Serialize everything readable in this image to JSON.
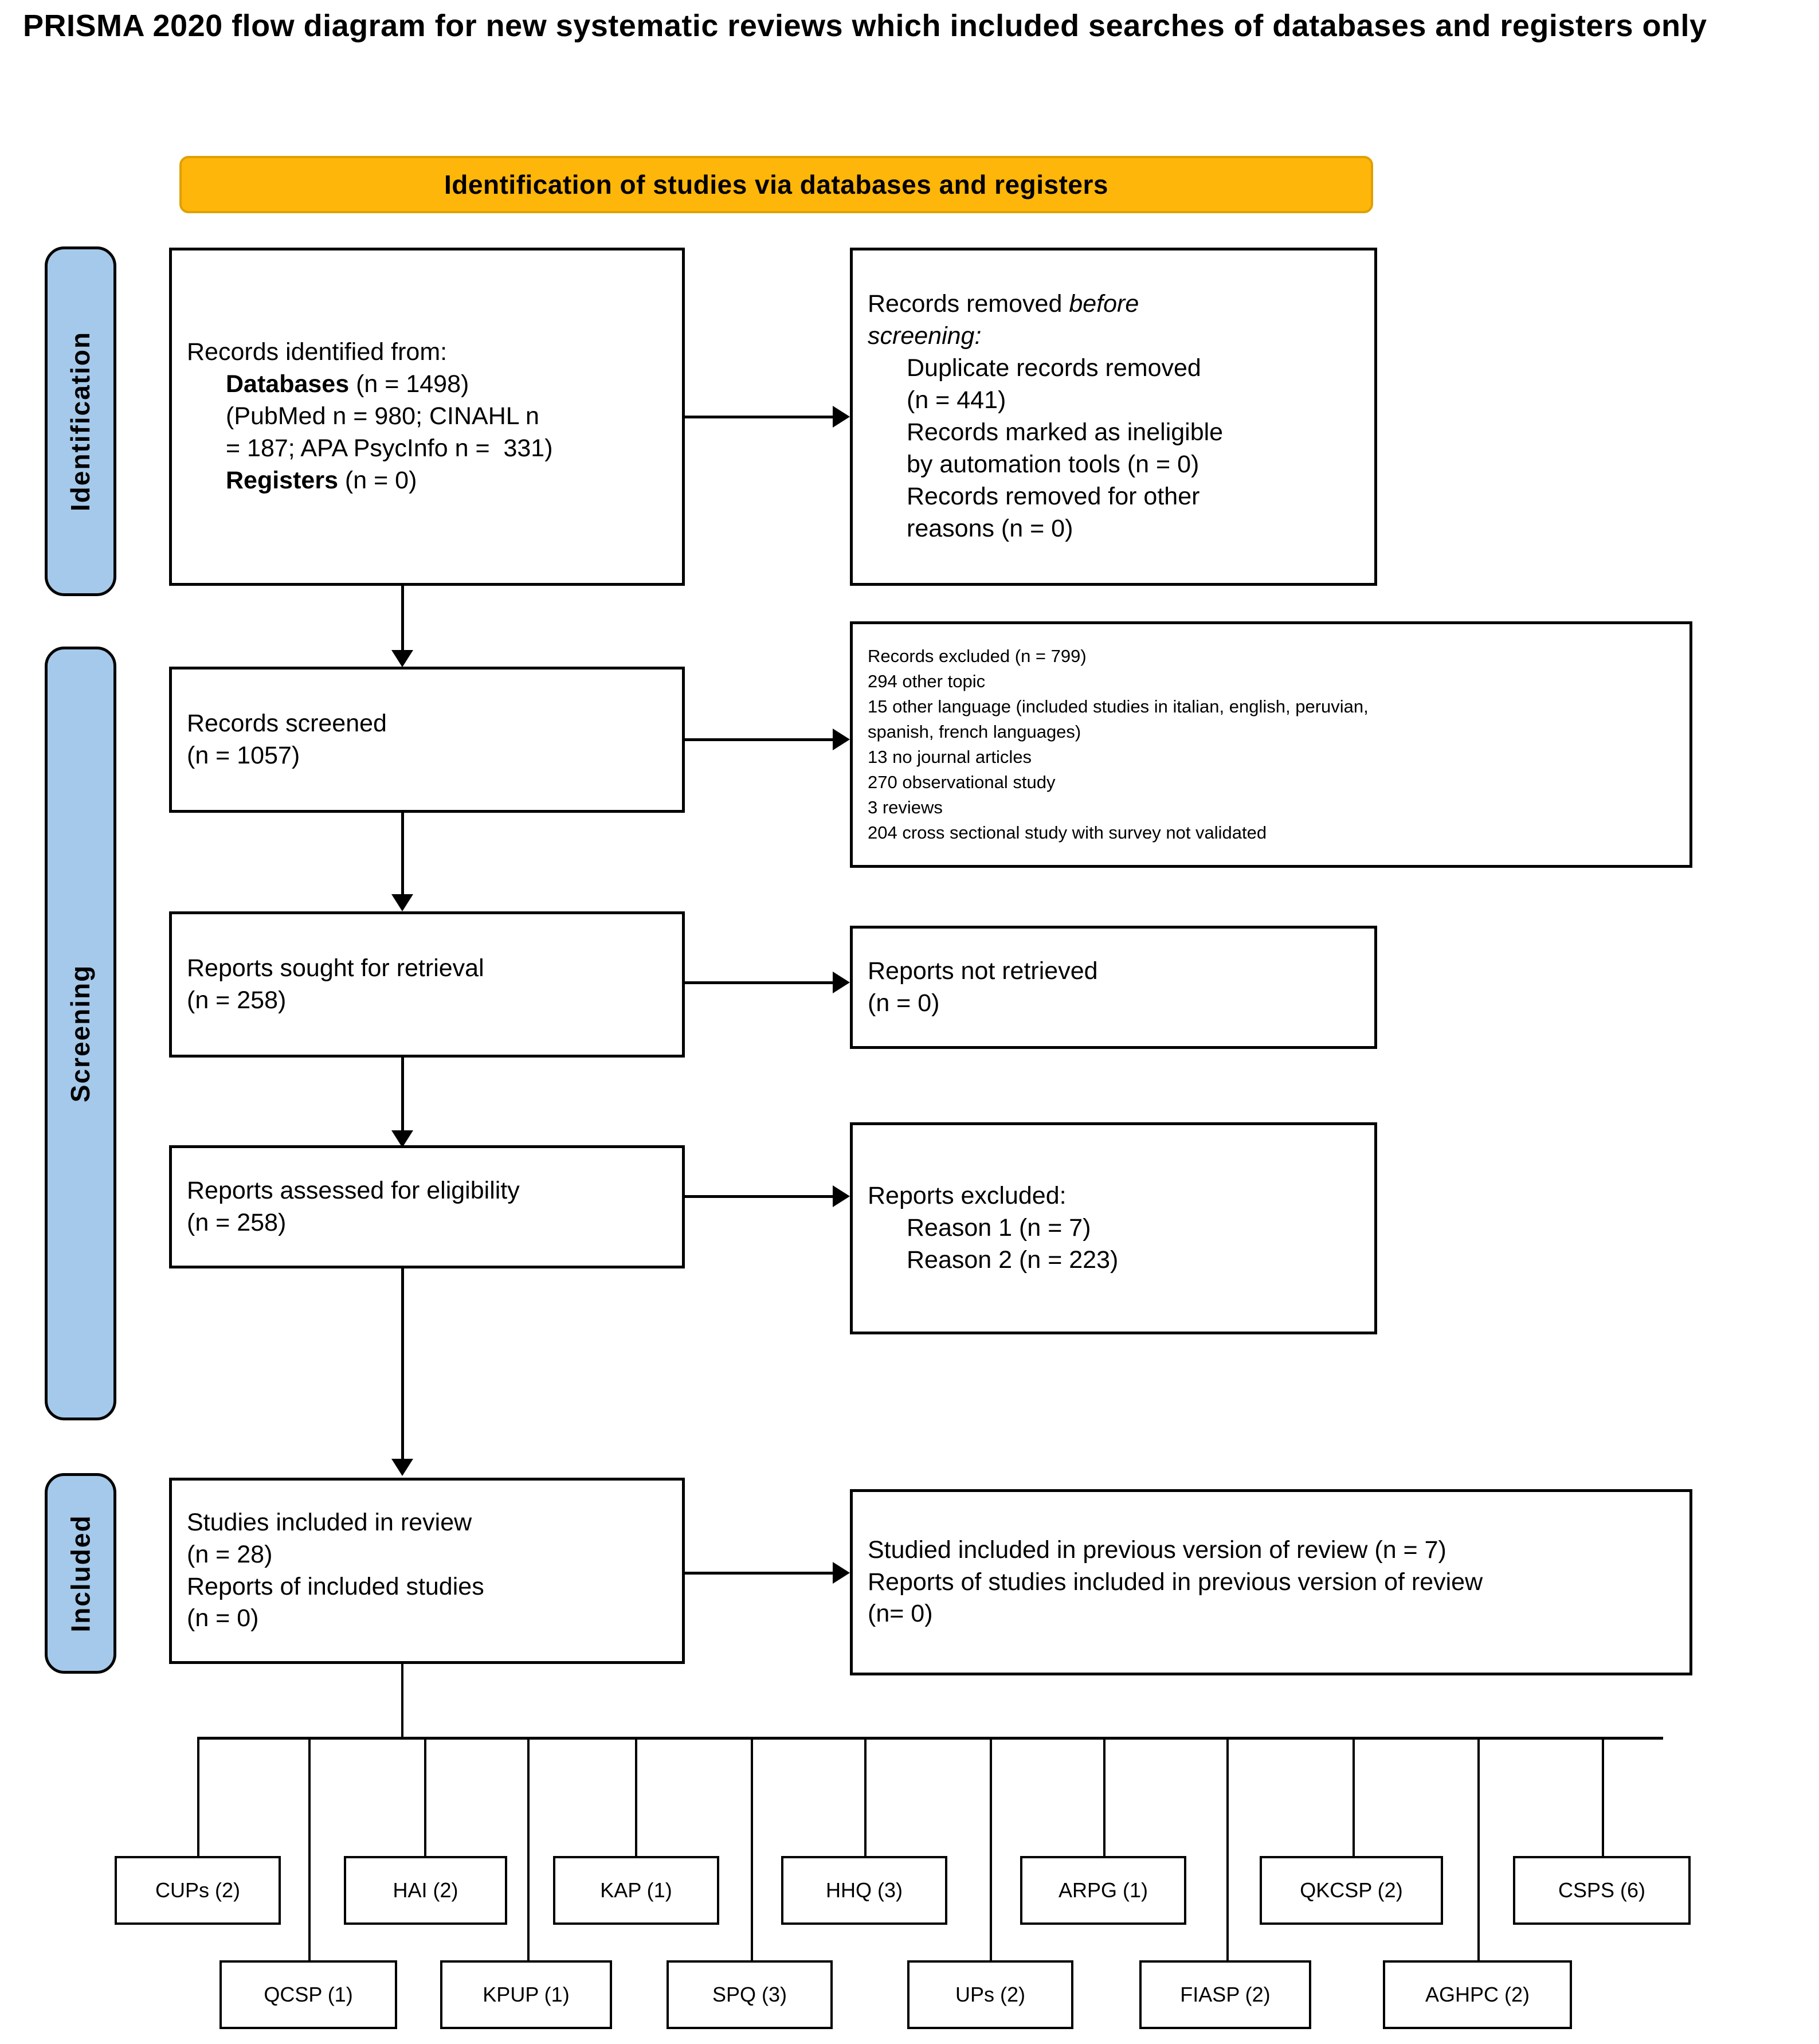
{
  "title": "PRISMA 2020 flow diagram for new systematic reviews which included searches of databases and registers only",
  "colors": {
    "stage_tab_fill": "#a5c9ea",
    "banner_fill": "#ffb60a",
    "line": "#000000",
    "box_fill": "#ffffff"
  },
  "stages": [
    {
      "key": "identification",
      "label": "Identification"
    },
    {
      "key": "screening",
      "label": "Screening"
    },
    {
      "key": "included",
      "label": "Included"
    }
  ],
  "banner": {
    "label": "Identification of studies via databases and registers"
  },
  "boxes": {
    "records_identified": {
      "lines": [
        {
          "text": "Records identified from:",
          "indent": false,
          "bold": false
        },
        {
          "text": "Databases (n = 1498)",
          "indent": true,
          "bold_prefix": "Databases",
          "rest": " (n = 1498)"
        },
        {
          "text": "(PubMed n = 980; CINAHL n",
          "indent": true
        },
        {
          "text": "= 187; APA PsycInfo n =  331)",
          "indent": true
        },
        {
          "text": "Registers (n = 0)",
          "indent": true,
          "bold_prefix": "Registers",
          "rest": " (n = 0)"
        }
      ]
    },
    "records_removed": {
      "lines": [
        {
          "text": "Records removed before",
          "italic_tail": "before"
        },
        {
          "text": "screening:",
          "italic": true
        },
        {
          "text": "Duplicate records removed",
          "indent": true
        },
        {
          "text": "(n = 441)",
          "indent": true
        },
        {
          "text": "Records marked as ineligible",
          "indent": true
        },
        {
          "text": "by automation tools (n = 0)",
          "indent": true
        },
        {
          "text": "Records removed for other",
          "indent": true
        },
        {
          "text": "reasons (n = 0)",
          "indent": true
        }
      ]
    },
    "records_screened": {
      "lines": [
        {
          "text": "Records screened"
        },
        {
          "text": "(n = 1057)"
        }
      ]
    },
    "records_excluded": {
      "lines": [
        {
          "text": "Records excluded (n = 799)"
        },
        {
          "text": "294 other topic"
        },
        {
          "text": "15 other language (included studies in italian, english, peruvian,"
        },
        {
          "text": "spanish, french languages)"
        },
        {
          "text": "13 no journal articles"
        },
        {
          "text": "270 observational study"
        },
        {
          "text": "3 reviews"
        },
        {
          "text": "204 cross sectional study with survey not validated"
        }
      ]
    },
    "reports_sought": {
      "lines": [
        {
          "text": "Reports sought for retrieval"
        },
        {
          "text": "(n = 258)"
        }
      ]
    },
    "reports_not_retrieved": {
      "lines": [
        {
          "text": "Reports not retrieved"
        },
        {
          "text": "(n = 0)"
        }
      ]
    },
    "reports_assessed": {
      "lines": [
        {
          "text": "Reports assessed for eligibility"
        },
        {
          "text": "(n = 258)"
        }
      ]
    },
    "reports_excluded": {
      "lines": [
        {
          "text": "Reports excluded:"
        },
        {
          "text": "Reason 1 (n = 7)",
          "indent": true
        },
        {
          "text": "Reason 2 (n = 223)",
          "indent": true
        }
      ]
    },
    "studies_included": {
      "lines": [
        {
          "text": "Studies included in review"
        },
        {
          "text": "(n = 28)"
        },
        {
          "text": "Reports of included studies"
        },
        {
          "text": "(n = 0)"
        }
      ]
    },
    "previous_version": {
      "lines": [
        {
          "text": "Studied included in previous version of review (n = 7)"
        },
        {
          "text": "Reports of studies included in previous version of review"
        },
        {
          "text": "(n= 0)"
        }
      ]
    }
  },
  "instruments": {
    "row_top": [
      {
        "label": "CUPs (2)"
      },
      {
        "label": "HAI (2)"
      },
      {
        "label": "KAP (1)"
      },
      {
        "label": "HHQ (3)"
      },
      {
        "label": "ARPG (1)"
      },
      {
        "label": "QKCSP (2)"
      },
      {
        "label": "CSPS (6)"
      }
    ],
    "row_bottom": [
      {
        "label": "QCSP (1)"
      },
      {
        "label": "KPUP (1)"
      },
      {
        "label": "SPQ (3)"
      },
      {
        "label": "UPs (2)"
      },
      {
        "label": "FIASP (2)"
      },
      {
        "label": "AGHPC (2)"
      }
    ]
  }
}
